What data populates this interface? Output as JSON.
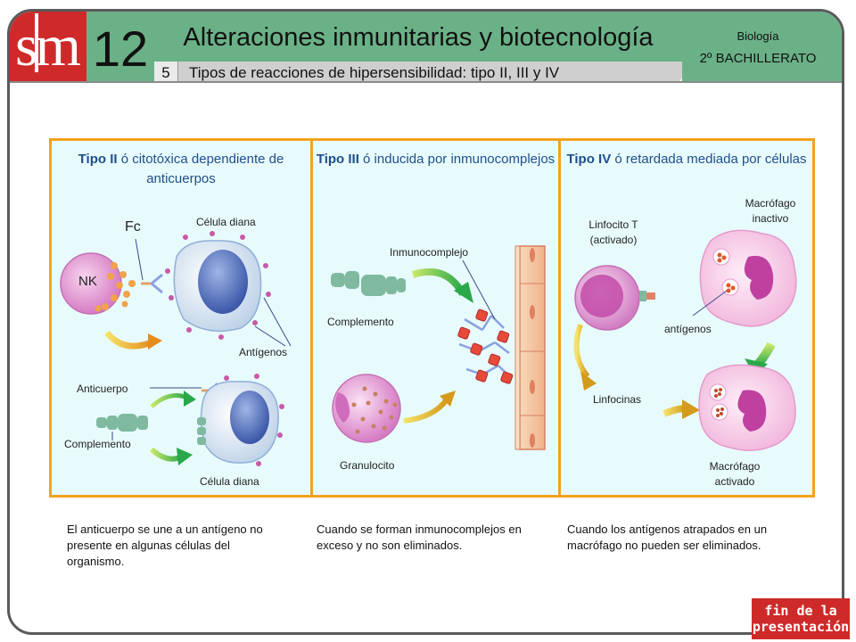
{
  "header": {
    "logo": "sm",
    "unit_number": "12",
    "title": "Alteraciones inmunitarias y biotecnología",
    "section_number": "5",
    "section_title": "Tipos de reacciones de hipersensibilidad: tipo II, III y IV",
    "subject": "Biología",
    "level": "2º BACHILLERATO"
  },
  "panels": [
    {
      "title_bold": "Tipo II",
      "title_rest": " ó citotóxica dependiente de anticuerpos",
      "labels": {
        "fc": "Fc",
        "celula_diana_top": "Célula diana",
        "nk": "NK",
        "antigenos": "Antígenos",
        "anticuerpo": "Anticuerpo",
        "complemento": "Complemento",
        "celula_diana_bottom": "Célula diana"
      },
      "description": "El anticuerpo se une a un antígeno no presente en algunas células del organismo."
    },
    {
      "title_bold": "Tipo III",
      "title_rest": " ó inducida por inmunocomplejos",
      "labels": {
        "inmunocomplejo": "Inmunocomplejo",
        "complemento": "Complemento",
        "granulocito": "Granulocito"
      },
      "description": "Cuando se forman inmunocomplejos en exceso y no son eliminados."
    },
    {
      "title_bold": "Tipo IV",
      "title_rest": " ó retardada mediada por células",
      "labels": {
        "macrofago_inactivo": "Macrófago inactivo",
        "linfocito_t": "Linfocito T (activado)",
        "antigenos": "antígenos",
        "linfocinas": "Linfocinas",
        "macrofago_activado": "Macrófago activado"
      },
      "description": "Cuando los antígenos atrapados en un macrófago no pueden ser eliminados."
    }
  ],
  "footer": {
    "end_button": "fin de la presentación"
  },
  "colors": {
    "accent_green": "#6bb187",
    "brand_red": "#cf2a2a",
    "panel_border": "#f3a21d",
    "panel_bg": "#e8fbfc",
    "title_blue": "#1e4f8c"
  }
}
